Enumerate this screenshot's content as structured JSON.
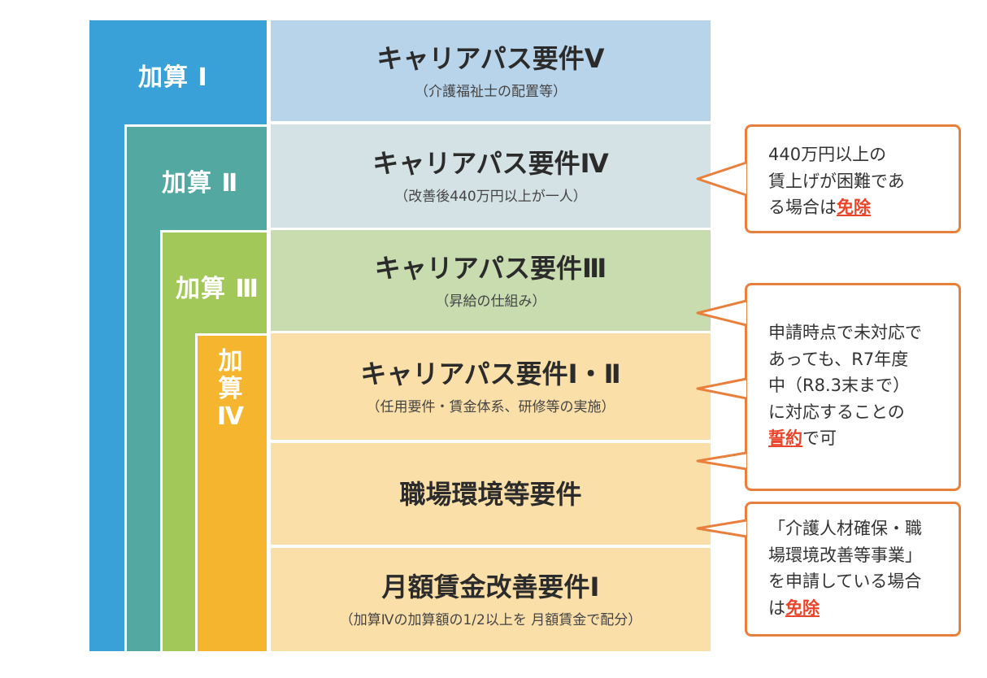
{
  "colors": {
    "band_1": "#3aa1d8",
    "band_2": "#53a9a2",
    "band_3": "#a2c85a",
    "band_4": "#f5b52e",
    "row_v": "#b7d4ea",
    "row_iv": "#d4e2e5",
    "row_iii": "#c8dcb0",
    "row_orange": "#fbdfa9",
    "callout_border": "#e87f3c",
    "accent_text": "#e8452a"
  },
  "bands": [
    {
      "label": "加算 Ⅰ"
    },
    {
      "label": "加算 Ⅱ"
    },
    {
      "label": "加算 Ⅲ"
    },
    {
      "label_lines": [
        "加",
        "算",
        "Ⅳ"
      ]
    }
  ],
  "requirements": [
    {
      "title": "キャリアパス要件Ⅴ",
      "subtitle": "（介護福祉士の配置等）"
    },
    {
      "title": "キャリアパス要件Ⅳ",
      "subtitle": "（改善後440万円以上が一人）"
    },
    {
      "title": "キャリアパス要件Ⅲ",
      "subtitle": "（昇給の仕組み）"
    },
    {
      "title": "キャリアパス要件Ⅰ・Ⅱ",
      "subtitle": "（任用要件・賃金体系、研修等の実施）"
    },
    {
      "title": "職場環境等要件",
      "subtitle": ""
    },
    {
      "title": "月額賃金改善要件Ⅰ",
      "subtitle": "（加算Ⅳの加算額の1/2以上を 月額賃金で配分）"
    }
  ],
  "callouts": [
    {
      "lines": [
        "440万円以上の",
        "賃上げが困難であ",
        "る場合は"
      ],
      "accent": "免除"
    },
    {
      "lines": [
        "申請時点で未対応で",
        "あっても、R7年度",
        "中（R8.3末まで）",
        "に対応することの"
      ],
      "accent": "誓約",
      "tail": "で可"
    },
    {
      "lines": [
        "「介護人材確保・職",
        "場環境改善等事業」",
        "を申請している場合",
        "は"
      ],
      "accent": "免除"
    }
  ]
}
